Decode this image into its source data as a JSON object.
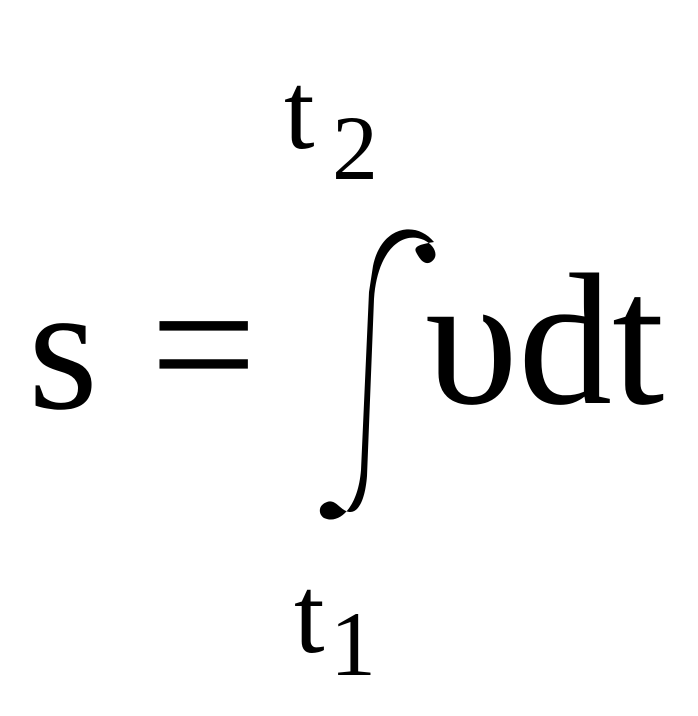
{
  "formula": {
    "lhs": "s",
    "equals": "=",
    "integrand": "υdt",
    "upper_limit": {
      "base": "t",
      "subscript": "2"
    },
    "lower_limit": {
      "base": "t",
      "subscript": "1"
    }
  }
}
